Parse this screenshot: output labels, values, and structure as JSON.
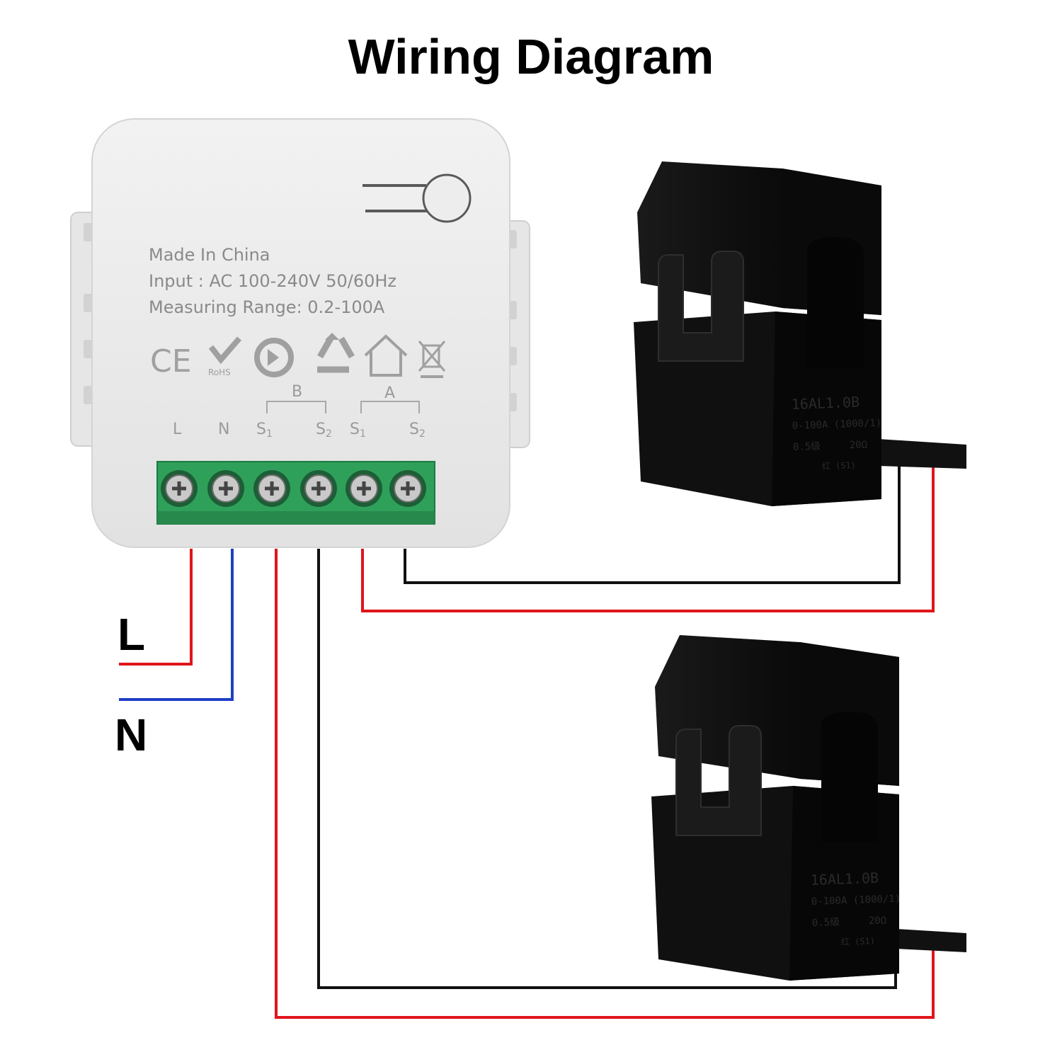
{
  "title": "Wiring Diagram",
  "device": {
    "line1": "Made In China",
    "line2": "Input : AC 100-240V 50/60Hz",
    "line3": "Measuring Range: 0.2-100A",
    "cert_ce": "CE",
    "cert_rohs": "RoHS",
    "group_b": "B",
    "group_a": "A",
    "terminals": [
      "L",
      "N",
      "S",
      "S",
      "S",
      "S"
    ],
    "terminal_subs": [
      "",
      "",
      "1",
      "2",
      "1",
      "2"
    ]
  },
  "ct_sensor_1": {
    "model": "16AL1.0B",
    "range": "0-100A (1000/1)",
    "grade": "0.5级",
    "resistance": "20Ω",
    "lead": "红 (S1)"
  },
  "ct_sensor_2": {
    "model": "16AL1.0B",
    "range": "0-100A (1000/1)",
    "grade": "0.5级",
    "resistance": "20Ω",
    "lead": "红 (S1)"
  },
  "labels": {
    "live": "L",
    "neutral": "N"
  },
  "colors": {
    "live_wire": "#e0151b",
    "neutral_wire": "#1f3fc4",
    "signal_wire": "#111111"
  }
}
